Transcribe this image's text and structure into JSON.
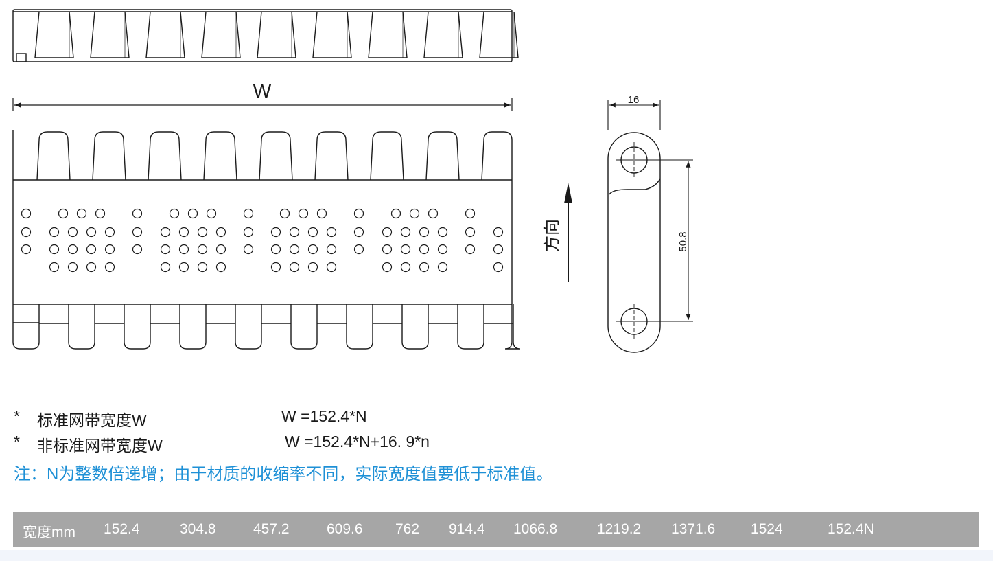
{
  "diagram": {
    "width_label": "W",
    "pitch_width": "16",
    "pitch_length": "50.8",
    "direction_label": "方向"
  },
  "specs": [
    {
      "star": "*",
      "label": "标准网带宽度W",
      "formula": "W =152.4*N"
    },
    {
      "star": "*",
      "label": "非标准网带宽度W",
      "formula": "W =152.4*N+16. 9*n"
    }
  ],
  "note": "注：N为整数倍递增；由于材质的收缩率不同，实际宽度值要低于标准值。",
  "width_table": {
    "header": "宽度mm",
    "values": [
      "152.4",
      "304.8",
      "457.2",
      "609.6",
      "762",
      "914.4",
      "1066.8",
      "1219.2",
      "1371.6",
      "1524",
      "152.4N"
    ]
  },
  "colors": {
    "note": "#1e90d6",
    "table_bg": "#a6a6a6",
    "line": "#1a1a1a"
  }
}
